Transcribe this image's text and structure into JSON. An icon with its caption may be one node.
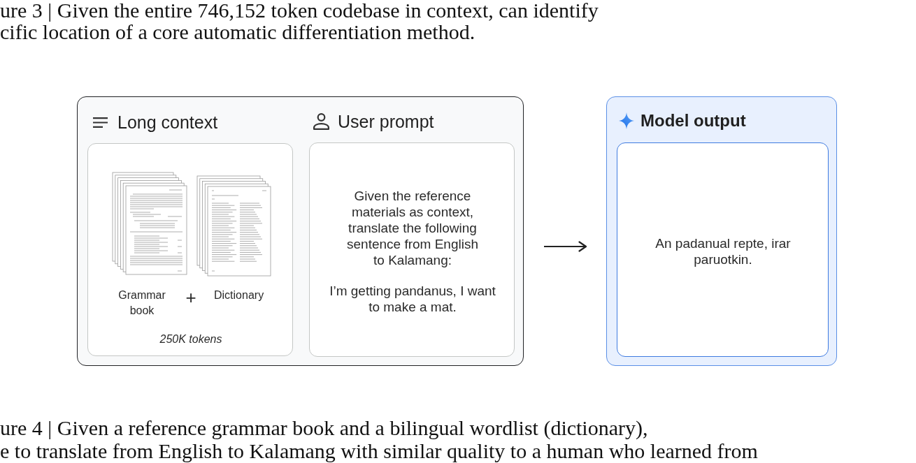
{
  "diagram": {
    "nodes": [
      {
        "text": [],
        "shape": "box"
      },
      {
        "text": [
          "Long context",
          "Grammar book",
          "+",
          "Dictionary",
          "250K tokens"
        ],
        "in": 0
      },
      {
        "text": [
          "User prompt",
          "Given the reference materials as context, translate the following sentence from English to Kalamang:",
          "I’m getting pandanus, I want to make a mat."
        ],
        "in": 0
      },
      {
        "text": [
          "Model output"
        ]
      },
      {
        "text": [
          "An padanual repte, irar paruotkin."
        ],
        "in": 3
      }
    ],
    "edges": [
      {
        "from": 0,
        "to": 3,
        "arrow": "to"
      }
    ],
    "labels": [
      "ure 3 | Given the entire 746,152 token codebase in context, can identify",
      "cific location of a core automatic differentiation method.",
      "ure 4 | Given a reference grammar book and a bilingual wordlist (dictionary),",
      "e to translate from English to Kalamang with similar quality to a human who learned from"
    ]
  }
}
